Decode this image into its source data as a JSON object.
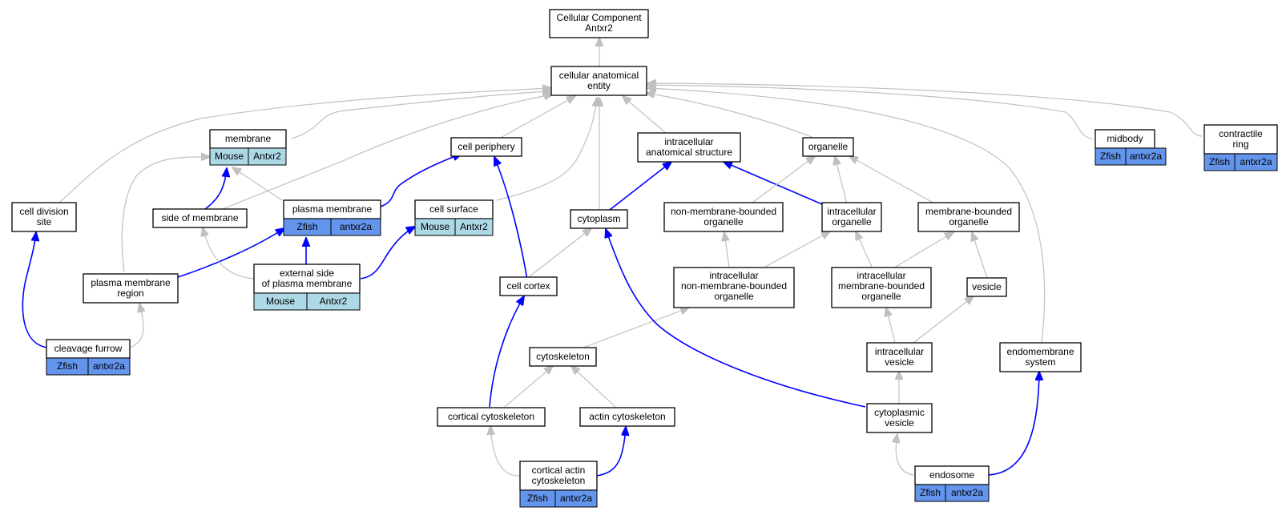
{
  "colors": {
    "mouse_cell": "#add8e6",
    "zfish_cell": "#6495ed",
    "is_a_edge": "#c0c0c0",
    "part_of_edge": "#0000ff"
  },
  "nodes": {
    "root": [
      "Cellular Component",
      "Antxr2"
    ],
    "cae": [
      "cellular anatomical",
      "entity"
    ],
    "membrane": [
      "membrane"
    ],
    "cell_periphery": [
      "cell periphery"
    ],
    "ias": [
      "intracellular",
      "anatomical structure"
    ],
    "organelle": [
      "organelle"
    ],
    "midbody": [
      "midbody"
    ],
    "contractile_ring": [
      "contractile",
      "ring"
    ],
    "cell_division_site": [
      "cell division",
      "site"
    ],
    "side_of_membrane": [
      "side of membrane"
    ],
    "plasma_membrane": [
      "plasma membrane"
    ],
    "cell_surface": [
      "cell surface"
    ],
    "cytoplasm": [
      "cytoplasm"
    ],
    "nmbo": [
      "non-membrane-bounded",
      "organelle"
    ],
    "io": [
      "intracellular",
      "organelle"
    ],
    "mbo": [
      "membrane-bounded",
      "organelle"
    ],
    "pmr": [
      "plasma membrane",
      "region"
    ],
    "esopm": [
      "external side",
      "of plasma membrane"
    ],
    "cell_cortex": [
      "cell cortex"
    ],
    "inmbo": [
      "intracellular",
      "non-membrane-bounded",
      "organelle"
    ],
    "imbo": [
      "intracellular",
      "membrane-bounded",
      "organelle"
    ],
    "vesicle": [
      "vesicle"
    ],
    "cleavage_furrow": [
      "cleavage furrow"
    ],
    "cytoskeleton": [
      "cytoskeleton"
    ],
    "iv": [
      "intracellular",
      "vesicle"
    ],
    "endomembrane": [
      "endomembrane",
      "system"
    ],
    "cortical_cytoskeleton": [
      "cortical cytoskeleton"
    ],
    "actin_cytoskeleton": [
      "actin cytoskeleton"
    ],
    "cv": [
      "cytoplasmic",
      "vesicle"
    ],
    "cac": [
      "cortical actin",
      "cytoskeleton"
    ],
    "endosome": [
      "endosome"
    ]
  },
  "annotations": {
    "membrane": [
      "Mouse",
      "Antxr2"
    ],
    "midbody": [
      "Zfish",
      "antxr2a"
    ],
    "contractile_ring": [
      "Zfish",
      "antxr2a"
    ],
    "plasma_membrane": [
      "Zfish",
      "antxr2a"
    ],
    "cell_surface": [
      "Mouse",
      "Antxr2"
    ],
    "esopm": [
      "Mouse",
      "Antxr2"
    ],
    "cleavage_furrow": [
      "Zfish",
      "antxr2a"
    ],
    "cac": [
      "Zfish",
      "antxr2a"
    ],
    "endosome": [
      "Zfish",
      "antxr2a"
    ]
  }
}
